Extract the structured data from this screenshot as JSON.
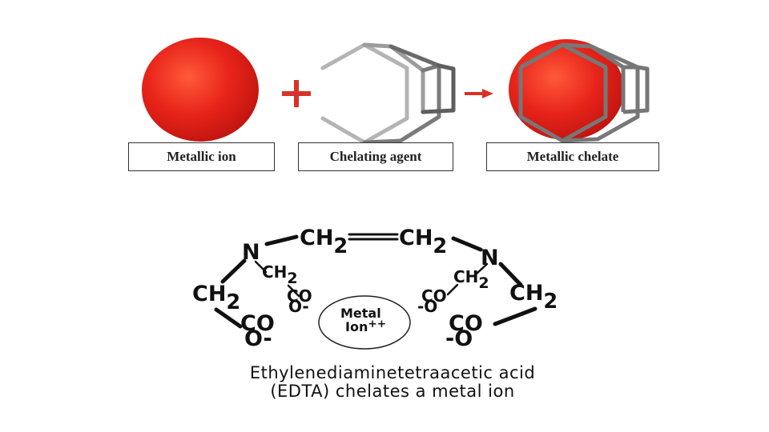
{
  "chelation_panel": {
    "labels": {
      "metallic_ion": "Metallic ion",
      "chelating_agent": "Chelating agent",
      "metallic_chelate": "Metallic chelate"
    },
    "operator_plus": "+",
    "colors": {
      "ion_red": "#e8241a",
      "operator": "#d8322a",
      "agent_stroke": "#7a7a7a"
    }
  },
  "edta_diagram": {
    "n_left": "N",
    "n_right": "N",
    "ch_top_left": "CH",
    "ch_top_right": "CH",
    "two": "2",
    "ch_small_left": "CH",
    "ch_small_right": "CH",
    "ch_big_left": "CH",
    "ch_big_right": "CH",
    "co_small_left": "CO",
    "o_small_left": "O-",
    "co_small_right": "CO",
    "o_small_right": "-O",
    "co_big_left": "CO",
    "o_big_left": "O-",
    "co_big_right": "CO",
    "o_big_right": "-O",
    "metal_label": "Metal",
    "ion_label": "Ion",
    "ion_charge": "++"
  },
  "caption": {
    "line1": "Ethylenediaminetetraacetic acid",
    "line2": "(EDTA) chelates a metal ion"
  }
}
